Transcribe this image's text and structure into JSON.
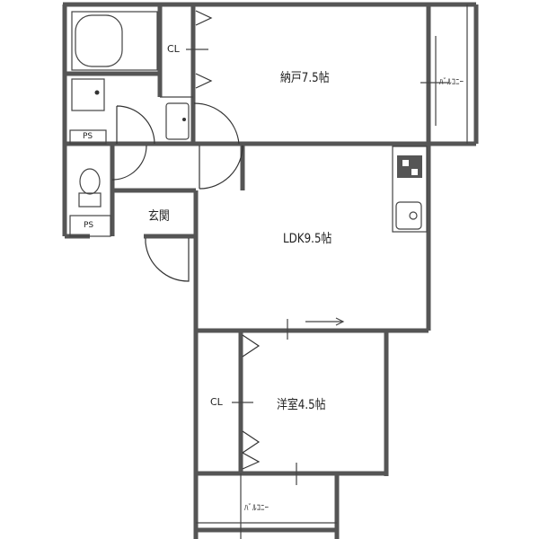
{
  "plan": {
    "rooms": [
      {
        "id": "storage",
        "label": "納戸7.5帖"
      },
      {
        "id": "ldk",
        "label": "LDK9.5帖"
      },
      {
        "id": "western",
        "label": "洋室4.5帖"
      },
      {
        "id": "entrance",
        "label": "玄関"
      }
    ],
    "closets": [
      {
        "id": "cl-top",
        "label": "CL"
      },
      {
        "id": "cl-bottom",
        "label": "CL"
      }
    ],
    "pipe_spaces": [
      {
        "id": "ps-1",
        "label": "PS"
      },
      {
        "id": "ps-2",
        "label": "PS"
      }
    ],
    "balconies": [
      {
        "id": "balcony-right",
        "label": "ﾊﾞﾙｺﾆｰ"
      },
      {
        "id": "balcony-bottom",
        "label": "ﾊﾞﾙｺﾆｰ"
      }
    ],
    "fixtures": [
      {
        "id": "bathtub",
        "icon": "bathtub-icon"
      },
      {
        "id": "washer",
        "icon": "washing-machine-icon"
      },
      {
        "id": "washbasin",
        "icon": "sink-icon"
      },
      {
        "id": "toilet",
        "icon": "toilet-icon"
      },
      {
        "id": "stove",
        "icon": "stove-icon"
      },
      {
        "id": "kitchen-sink",
        "icon": "kitchen-sink-icon"
      }
    ],
    "colors": {
      "wall": "#555555",
      "line": "#333333",
      "background": "#ffffff"
    }
  }
}
